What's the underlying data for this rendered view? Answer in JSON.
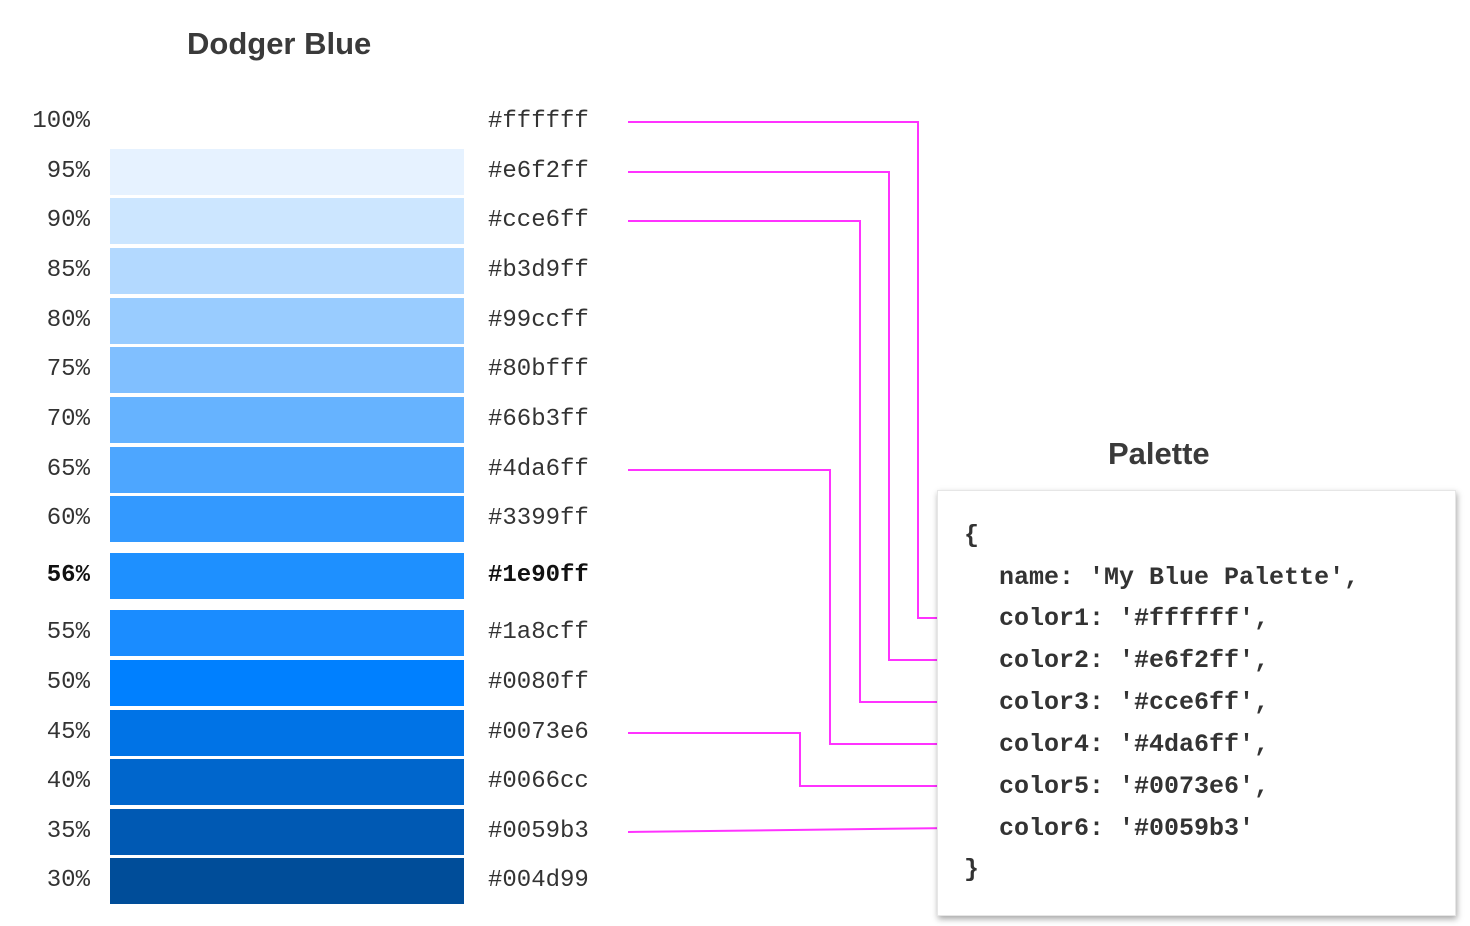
{
  "scale": {
    "title": "Dodger Blue",
    "rows": [
      {
        "pct": "100%",
        "hex": "#ffffff",
        "color": "#ffffff",
        "bold": false
      },
      {
        "pct": "95%",
        "hex": "#e6f2ff",
        "color": "#e6f2ff",
        "bold": false
      },
      {
        "pct": "90%",
        "hex": "#cce6ff",
        "color": "#cce6ff",
        "bold": false
      },
      {
        "pct": "85%",
        "hex": "#b3d9ff",
        "color": "#b3d9ff",
        "bold": false
      },
      {
        "pct": "80%",
        "hex": "#99ccff",
        "color": "#99ccff",
        "bold": false
      },
      {
        "pct": "75%",
        "hex": "#80bfff",
        "color": "#80bfff",
        "bold": false
      },
      {
        "pct": "70%",
        "hex": "#66b3ff",
        "color": "#66b3ff",
        "bold": false
      },
      {
        "pct": "65%",
        "hex": "#4da6ff",
        "color": "#4da6ff",
        "bold": false
      },
      {
        "pct": "60%",
        "hex": "#3399ff",
        "color": "#3399ff",
        "bold": false
      },
      {
        "pct": "56%",
        "hex": "#1e90ff",
        "color": "#1e90ff",
        "bold": true
      },
      {
        "pct": "55%",
        "hex": "#1a8cff",
        "color": "#1a8cff",
        "bold": false
      },
      {
        "pct": "50%",
        "hex": "#0080ff",
        "color": "#0080ff",
        "bold": false
      },
      {
        "pct": "45%",
        "hex": "#0073e6",
        "color": "#0073e6",
        "bold": false
      },
      {
        "pct": "40%",
        "hex": "#0066cc",
        "color": "#0066cc",
        "bold": false
      },
      {
        "pct": "35%",
        "hex": "#0059b3",
        "color": "#0059b3",
        "bold": false
      },
      {
        "pct": "30%",
        "hex": "#004d99",
        "color": "#004d99",
        "bold": false
      }
    ]
  },
  "palette": {
    "title": "Palette",
    "open_brace": "{",
    "close_brace": "}",
    "name_key": "name",
    "name_value": "'My Blue Palette'",
    "entries": [
      {
        "key": "color1",
        "value": "'#ffffff'",
        "source": "#ffffff"
      },
      {
        "key": "color2",
        "value": "'#e6f2ff'",
        "source": "#e6f2ff"
      },
      {
        "key": "color3",
        "value": "'#cce6ff'",
        "source": "#cce6ff"
      },
      {
        "key": "color4",
        "value": "'#4da6ff'",
        "source": "#4da6ff"
      },
      {
        "key": "color5",
        "value": "'#0073e6'",
        "source": "#0073e6"
      },
      {
        "key": "color6",
        "value": "'#0059b3'",
        "source": "#0059b3"
      }
    ]
  },
  "colors": {
    "connector": "#ff33ff",
    "text": "#333333",
    "title": "#3a3a3a"
  }
}
